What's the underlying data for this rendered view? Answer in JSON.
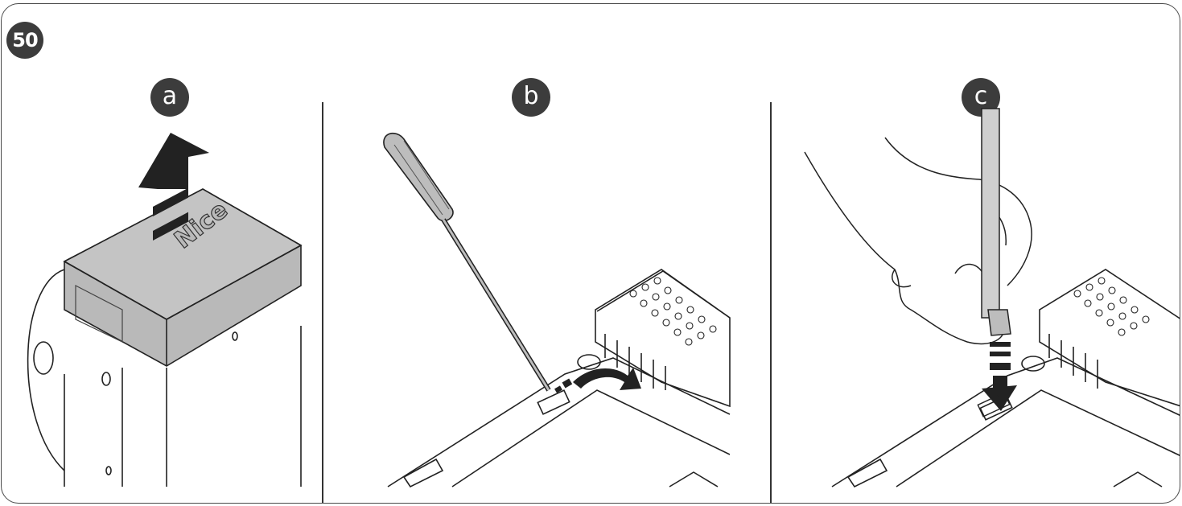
{
  "figure": {
    "number": "50"
  },
  "steps": [
    {
      "label": "a"
    },
    {
      "label": "b"
    },
    {
      "label": "c"
    }
  ],
  "logo_text": "Nice",
  "colors": {
    "badge": "#3c3c3c",
    "cover": "#b9b9b9",
    "line": "#222222"
  }
}
